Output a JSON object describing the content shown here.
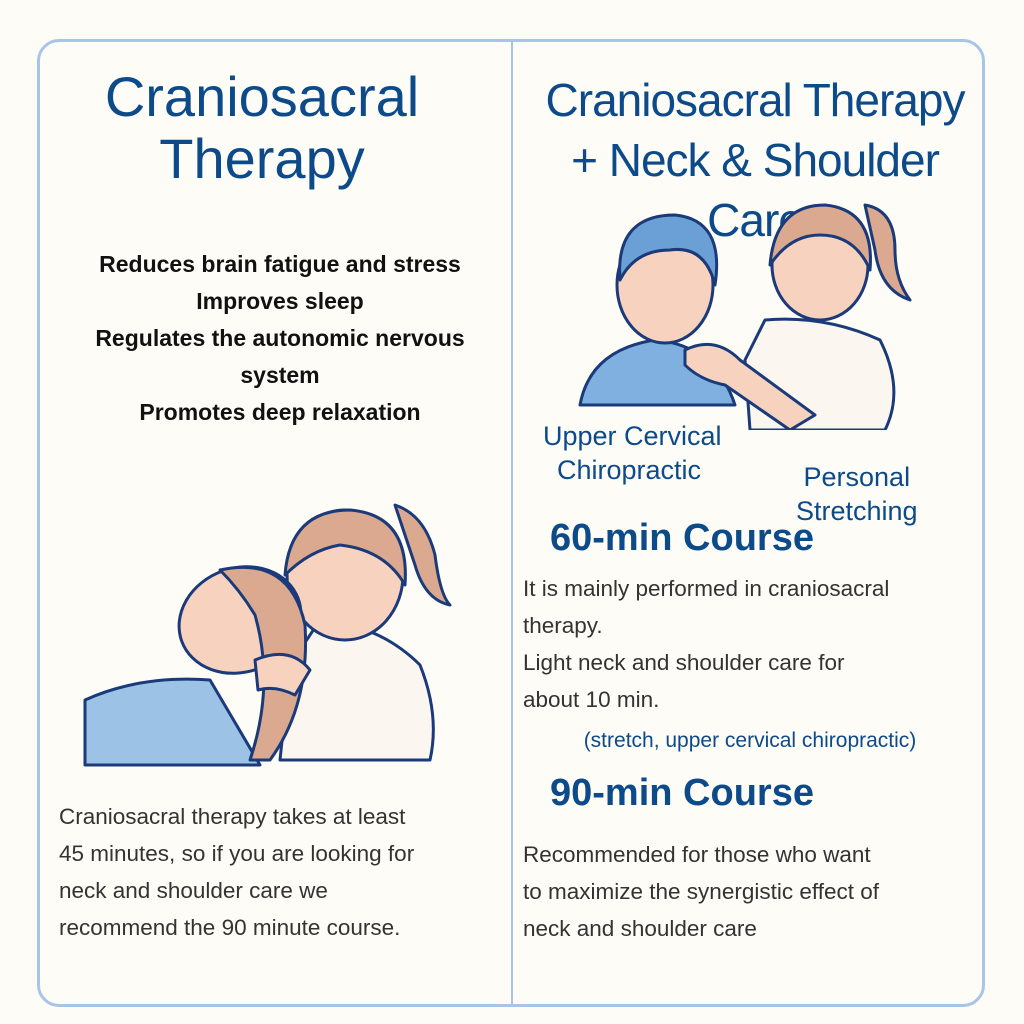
{
  "left": {
    "title_line1": "Craniosacral",
    "title_line2": "Therapy",
    "benefits": [
      "Reduces brain fatigue and stress",
      "Improves sleep",
      "Regulates the autonomic nervous",
      "system",
      "Promotes deep relaxation"
    ],
    "description": [
      "Craniosacral therapy takes at least",
      "45 minutes, so if you are looking for",
      "neck and shoulder care we",
      "recommend the 90 minute course."
    ]
  },
  "right": {
    "title_line1": "Craniosacral Therapy",
    "title_line2": "+ Neck & Shoulder Care",
    "label_chiro": [
      "Upper Cervical",
      "Chiropractic"
    ],
    "label_stretch": [
      "Personal",
      "Stretching"
    ],
    "course60": {
      "title": "60-min Course",
      "description": [
        "It is mainly performed in craniosacral",
        "therapy.",
        "Light neck and shoulder care for",
        "about 10 min."
      ],
      "note": "(stretch, upper cervical chiropractic)"
    },
    "course90": {
      "title": "90-min Course",
      "description": [
        "Recommended for those who want",
        "to maximize the synergistic effect of",
        "neck and shoulder care"
      ]
    }
  },
  "colors": {
    "accent": "#0c4a8a",
    "border": "#a8c5e8",
    "background": "#fdfcf6"
  }
}
